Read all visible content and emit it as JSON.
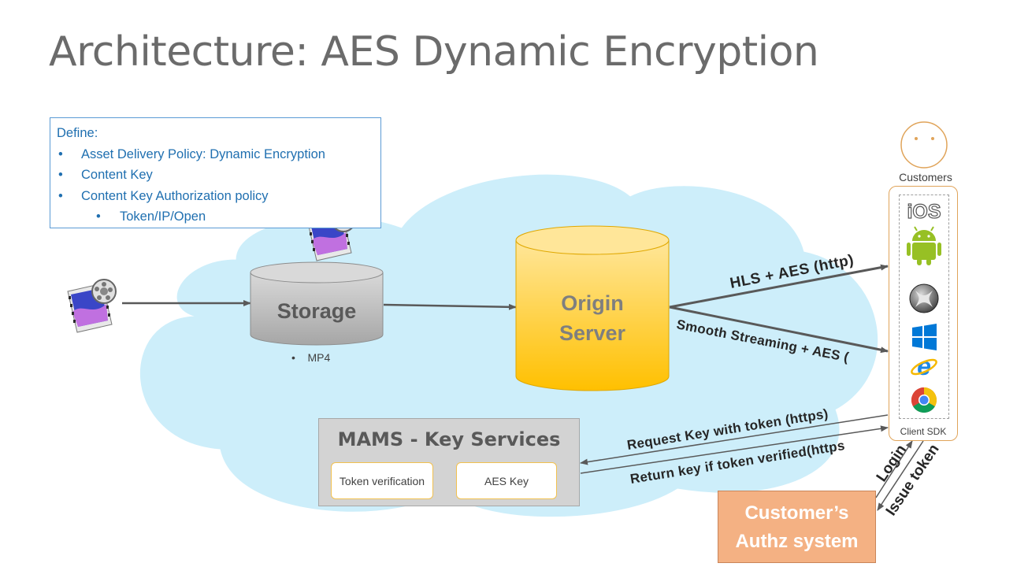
{
  "title": "Architecture: AES Dynamic Encryption",
  "define_box": {
    "heading": "Define:",
    "items": [
      "Asset Delivery Policy: Dynamic Encryption",
      "Content Key",
      "Content Key Authorization policy"
    ],
    "sub_items": [
      "Token/IP/Open"
    ]
  },
  "storage": {
    "label": "Storage",
    "note": "MP4"
  },
  "origin": {
    "line1": "Origin",
    "line2": "Server"
  },
  "mams": {
    "title": "MAMS - Key Services",
    "token_verification": "Token verification",
    "aes_key": "AES Key"
  },
  "authz": {
    "line1": "Customer’s",
    "line2": "Authz system"
  },
  "customers_label": "Customers",
  "client_sdk_label": "Client SDK",
  "arrows": {
    "hls": "HLS + AES (http)",
    "smooth": "Smooth Streaming + AES (",
    "request_key": "Request Key with token (https)",
    "return_key": "Return key if token verified(https",
    "login": "Login",
    "issue_token": "Issue token"
  },
  "icons": {
    "ios": "ios-logo-icon",
    "android": "android-logo-icon",
    "xbox": "xbox-logo-icon",
    "windows": "windows-logo-icon",
    "ie": "internet-explorer-icon",
    "chrome": "chrome-logo-icon",
    "video_source": "video-file-icon",
    "video_asset": "video-asset-icon",
    "customer": "smiley-face-icon"
  },
  "colors": {
    "cloud": "#cdeefa",
    "origin_fill": "#ffd966",
    "storage_fill": "#bfbfbf",
    "authz_fill": "#f4b183",
    "title_text": "#6b6b6b",
    "define_text": "#1f6fb0"
  }
}
